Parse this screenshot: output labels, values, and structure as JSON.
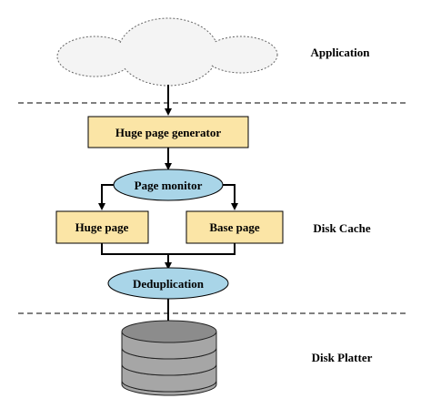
{
  "layers": {
    "application": "Application",
    "disk_cache": "Disk Cache",
    "disk_platter": "Disk Platter"
  },
  "boxes": {
    "huge_page_generator": "Huge page generator",
    "huge_page": "Huge page",
    "base_page": "Base page"
  },
  "ellipses": {
    "page_monitor": "Page monitor",
    "deduplication": "Deduplication"
  },
  "colors": {
    "box_fill": "#fbe5a6",
    "ellipse_fill": "#a9d5e8",
    "cloud_fill": "#f4f4f4",
    "disk_fill": "#a6a6a6"
  }
}
